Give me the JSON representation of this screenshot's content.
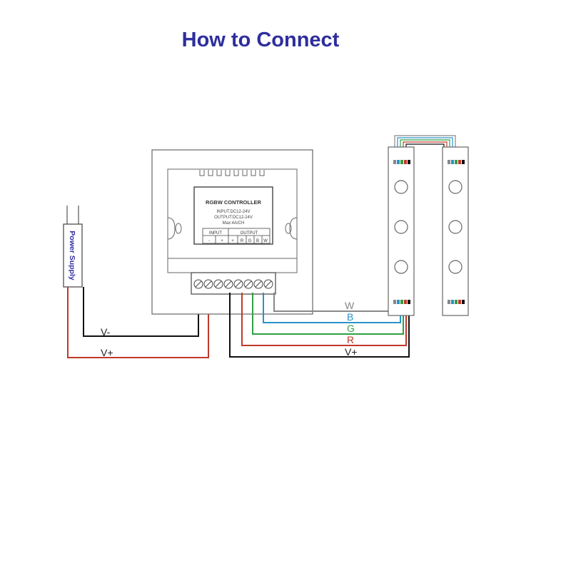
{
  "title": "How to Connect",
  "power_supply": {
    "label": "Power Supply"
  },
  "controller": {
    "name": "RGBW CONTROLLER",
    "specs": [
      "INPUT:DC12-24V",
      "OUTPUT:DC12-24V",
      "Max:4A/CH"
    ],
    "input_header": "INPUT",
    "output_header": "OUTPUT",
    "input_terminals": [
      "-",
      "+"
    ],
    "output_terminals": [
      "+",
      "R",
      "G",
      "B",
      "W"
    ]
  },
  "wires": [
    {
      "label": "V-",
      "color": "#111111"
    },
    {
      "label": "V+",
      "color": "#c0392b"
    },
    {
      "label": "W",
      "color": "#888888"
    },
    {
      "label": "B",
      "color": "#2a93c9"
    },
    {
      "label": "G",
      "color": "#2ea043"
    },
    {
      "label": "R",
      "color": "#c0392b"
    },
    {
      "label": "V+",
      "color": "#111111"
    }
  ]
}
